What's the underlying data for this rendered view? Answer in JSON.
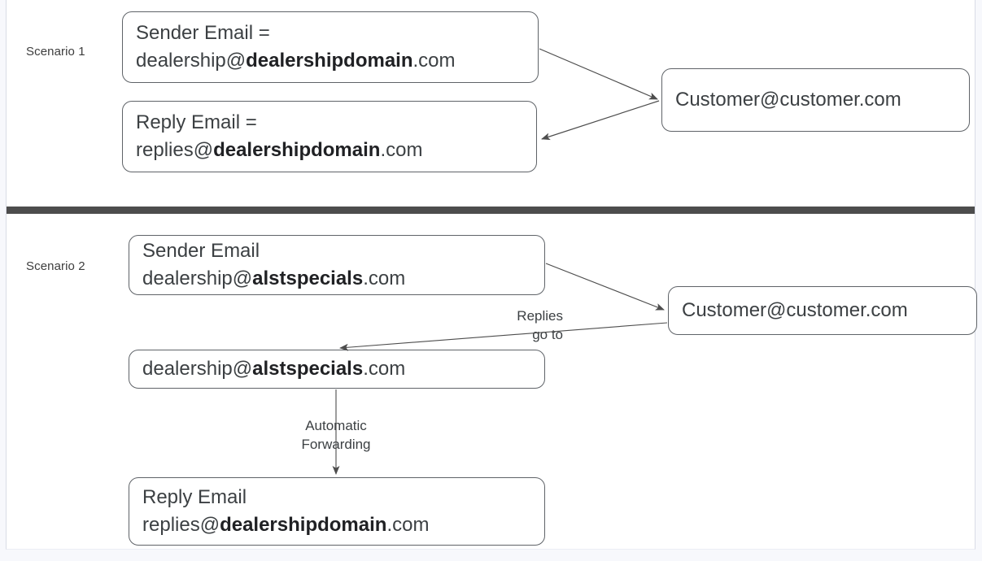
{
  "page": {
    "background_color": "#f7f8fc",
    "sheet_color": "#ffffff",
    "divider_color": "#4d4d4d",
    "node_border_color": "#5f6368",
    "text_color": "#3c4043"
  },
  "scenario_1": {
    "label": "Scenario 1",
    "sender_node": {
      "line1": "Sender Email =",
      "line2_prefix": "dealership@",
      "line2_domain": "dealershipdomain",
      "line2_suffix": ".com"
    },
    "reply_node": {
      "line1": "Reply Email =",
      "line2_prefix": "replies@",
      "line2_domain": "dealershipdomain",
      "line2_suffix": ".com"
    },
    "customer_node": {
      "line1": "Customer@customer.com"
    }
  },
  "scenario_2": {
    "label": "Scenario 2",
    "sender_node": {
      "line1": "Sender Email",
      "line2_prefix": "dealership@",
      "line2_domain": "alstspecials",
      "line2_suffix": ".com"
    },
    "customer_node": {
      "line1": "Customer@customer.com"
    },
    "forward_node": {
      "line1_prefix": "dealership@",
      "line1_domain": "alstspecials",
      "line1_suffix": ".com"
    },
    "reply_node": {
      "line1": "Reply Email",
      "line2_prefix": "replies@",
      "line2_domain": "dealershipdomain",
      "line2_suffix": ".com"
    },
    "edge_labels": {
      "replies_go_to_line1": "Replies",
      "replies_go_to_line2": "go to",
      "automatic_forwarding_line1": "Automatic",
      "automatic_forwarding_line2": "Forwarding"
    }
  }
}
